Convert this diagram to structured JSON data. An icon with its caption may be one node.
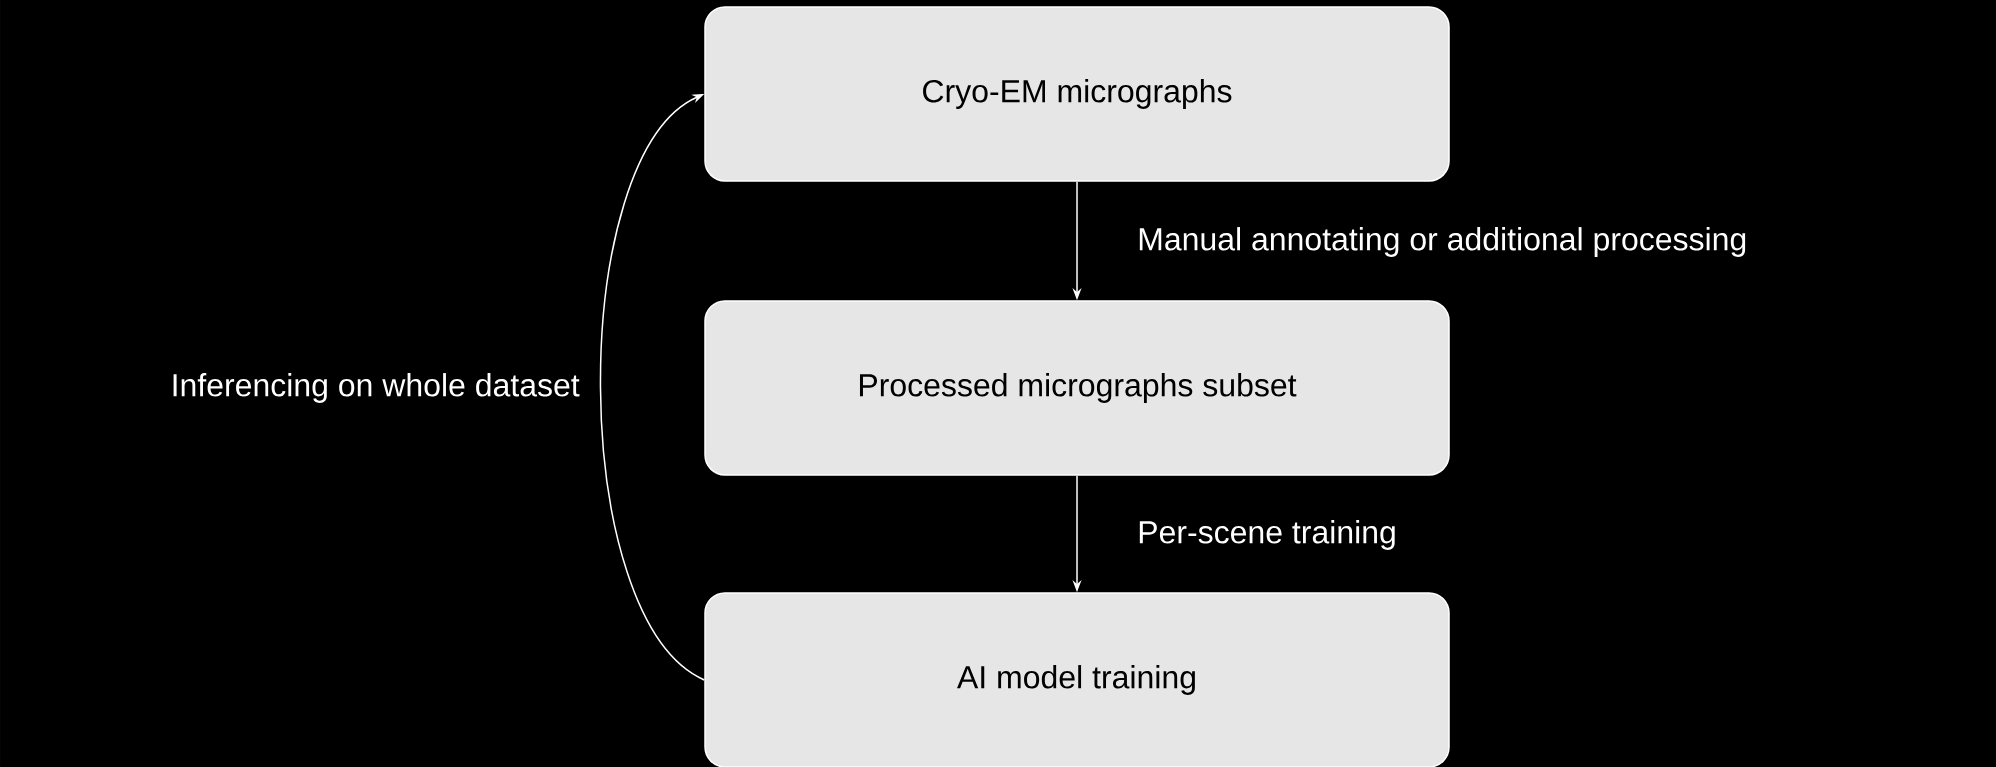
{
  "diagram": {
    "nodes": [
      {
        "text": [
          "Cryo-EM micrographs"
        ]
      },
      {
        "text": [
          "Processed micrographs subset"
        ]
      },
      {
        "text": [
          "AI model training"
        ]
      }
    ],
    "edges": [
      {
        "from": 0,
        "to": 1,
        "arrow": "to",
        "label": "Manual annotating or additional processing"
      },
      {
        "from": 1,
        "to": 2,
        "arrow": "to",
        "label": "Per-scene training"
      },
      {
        "from": 2,
        "to": 0,
        "arrow": "to",
        "label": "Inferencing on whole dataset"
      }
    ]
  }
}
